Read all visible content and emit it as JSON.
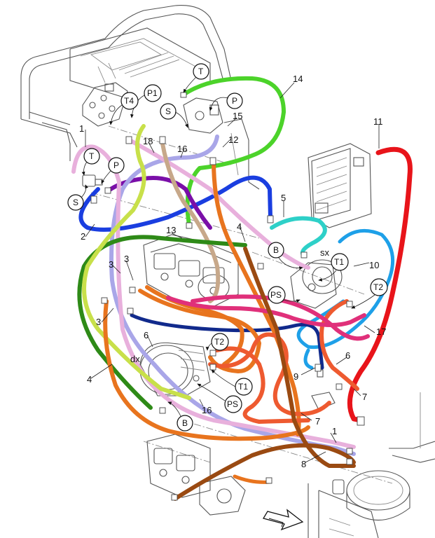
{
  "labels": {
    "n1": "1",
    "n2": "2",
    "n3a": "3",
    "n3b": "3",
    "n3c": "3",
    "n4a": "4",
    "n4b": "4",
    "n5": "5",
    "n6a": "6",
    "n6b": "6",
    "n7a": "7",
    "n7b": "7",
    "n8": "8",
    "n9": "9",
    "n10": "10",
    "n11": "11",
    "n12": "12",
    "n13": "13",
    "n14": "14",
    "n15": "15",
    "n16a": "16",
    "n16b": "16",
    "n17": "17",
    "n18": "18",
    "n1b": "1",
    "sx": "sx",
    "dx": "dx"
  },
  "callouts": {
    "T_top": "T",
    "P_top": "P",
    "S_top": "S",
    "P1": "P1",
    "T4": "T4",
    "T_left": "T",
    "P_left": "P",
    "S_left": "S",
    "B_mid": "B",
    "T1_right": "T1",
    "T2_right": "T2",
    "PS_right": "PS",
    "T2_center": "T2",
    "T1_center": "T1",
    "PS_center": "PS",
    "B_bottom": "B"
  },
  "hose_colors": {
    "red": "#e8141a",
    "green_light": "#4cd32a",
    "blue": "#1a3ee0",
    "navy": "#112a8c",
    "purple": "#7a0fa8",
    "dark_green": "#2e8a17",
    "yellow_green": "#c8e04a",
    "lavender": "#a9a6e8",
    "pink_light": "#e8b0dc",
    "tan": "#c7a88a",
    "orange": "#e8741e",
    "orange_red": "#ee5a30",
    "magenta": "#e0307a",
    "cyan": "#2ed0c8",
    "sky": "#1ea0e8",
    "brown": "#9a4a12"
  }
}
